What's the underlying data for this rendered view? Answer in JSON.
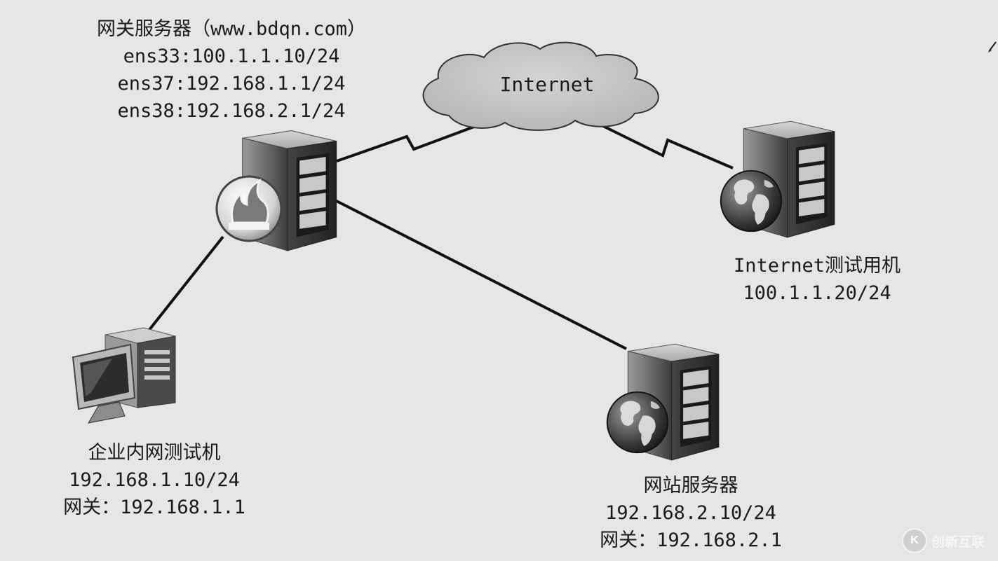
{
  "gateway": {
    "lines": [
      "网关服务器（www.bdqn.com）",
      "ens33:100.1.1.10/24",
      "ens37:192.168.1.1/24",
      "ens38:192.168.2.1/24"
    ]
  },
  "internet_cloud": {
    "label": "Internet"
  },
  "internet_host": {
    "lines": [
      "Internet测试用机",
      "100.1.1.20/24"
    ]
  },
  "client": {
    "lines": [
      "企业内网测试机",
      "192.168.1.10/24",
      "网关：192.168.1.1"
    ]
  },
  "web_server": {
    "lines": [
      "网站服务器",
      "192.168.2.10/24",
      "网关：192.168.2.1"
    ]
  },
  "watermark": {
    "text": "创新互联"
  },
  "icons": {
    "gateway": "firewall-server-icon",
    "internet_host": "globe-server-icon",
    "web_server": "globe-server-icon",
    "client": "desktop-computer-icon",
    "cloud": "cloud-icon",
    "pen": "pen-icon"
  }
}
